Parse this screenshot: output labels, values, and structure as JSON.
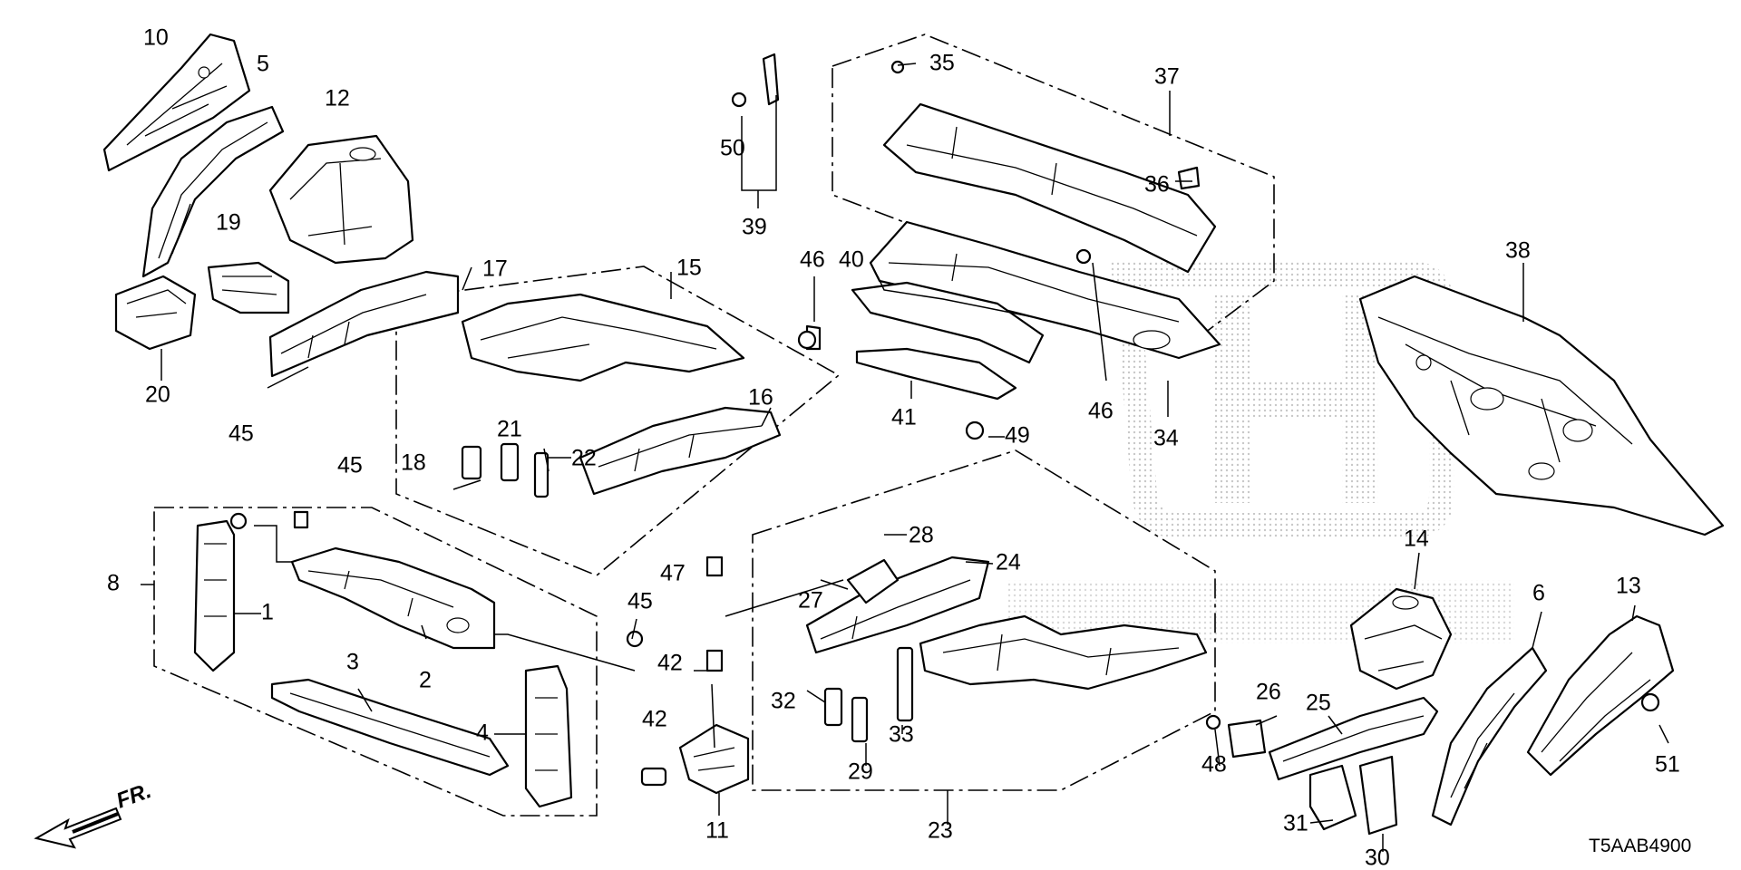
{
  "diagram_code": "T5AAB4900",
  "direction_label": "FR.",
  "callouts": [
    "10",
    "5",
    "12",
    "19",
    "17",
    "20",
    "15",
    "16",
    "18",
    "21",
    "22",
    "45",
    "45",
    "8",
    "1",
    "2",
    "3",
    "4",
    "45",
    "47",
    "42",
    "42",
    "11",
    "32",
    "29",
    "33",
    "27",
    "28",
    "24",
    "23",
    "50",
    "39",
    "35",
    "37",
    "36",
    "40",
    "46",
    "41",
    "46",
    "34",
    "49",
    "38",
    "14",
    "6",
    "13",
    "26",
    "25",
    "48",
    "31",
    "30",
    "51"
  ],
  "colors": {
    "line": "#000000",
    "background": "#ffffff",
    "watermark": "#c8c8c8"
  },
  "icons": {
    "direction_arrow": "fr-arrow-icon",
    "watermark": "honda-logo-watermark"
  }
}
